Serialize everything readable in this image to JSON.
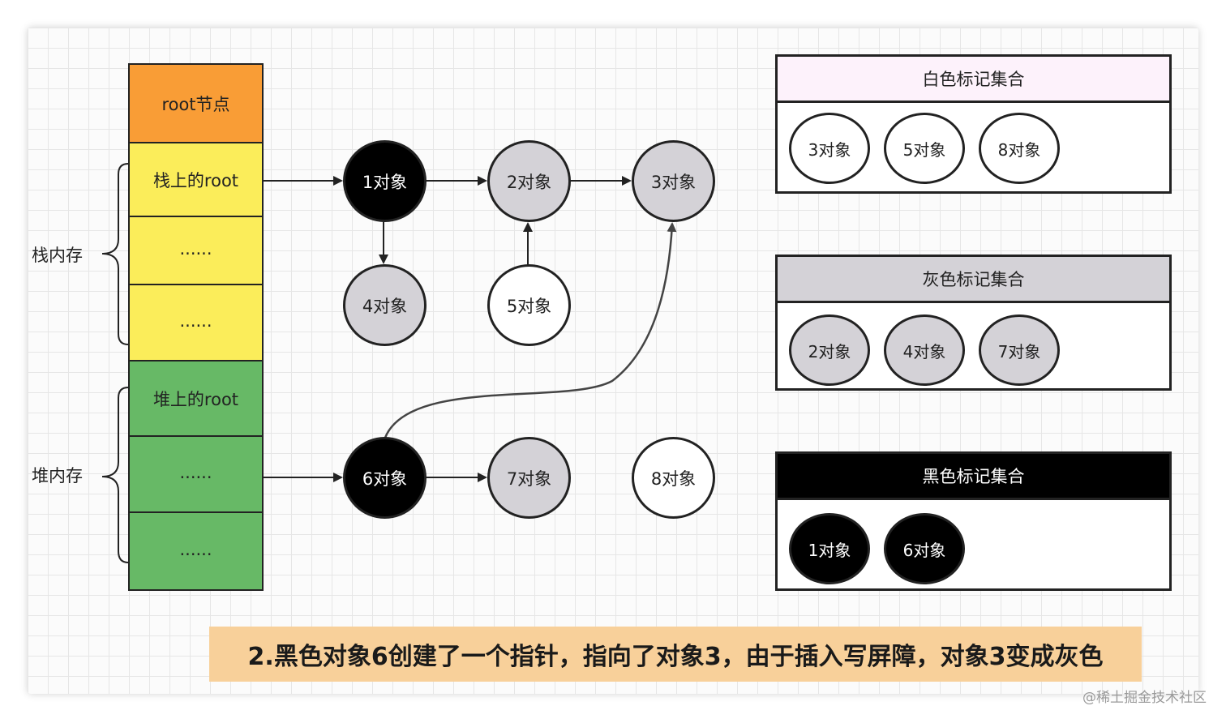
{
  "stack": {
    "root_node": "root节点",
    "cells": [
      "栈上的root",
      "......",
      "......"
    ],
    "label": "栈内存"
  },
  "heap": {
    "cells": [
      "堆上的root",
      "......",
      "......"
    ],
    "label": "堆内存"
  },
  "objects": {
    "obj1": "1对象",
    "obj2": "2对象",
    "obj3": "3对象",
    "obj4": "4对象",
    "obj5": "5对象",
    "obj6": "6对象",
    "obj7": "7对象",
    "obj8": "8对象"
  },
  "sets": {
    "white": {
      "title": "白色标记集合",
      "items": [
        "3对象",
        "5对象",
        "8对象"
      ],
      "header_color": "#fdf2fb"
    },
    "gray": {
      "title": "灰色标记集合",
      "items": [
        "2对象",
        "4对象",
        "7对象"
      ],
      "header_color": "#d4d2d7"
    },
    "black": {
      "title": "黑色标记集合",
      "items": [
        "1对象",
        "6对象"
      ],
      "header_color": "#000000"
    }
  },
  "caption": "2.黑色对象6创建了一个指针，指向了对象3，由于插入写屏障，对象3变成灰色",
  "watermark": "@稀土掘金技术社区",
  "colors": {
    "root": "#f99d36",
    "stack": "#fbed5a",
    "heap": "#67b966",
    "gray_node": "#d4d2d7",
    "black_node": "#000000",
    "caption_bg": "#f8d09a"
  }
}
